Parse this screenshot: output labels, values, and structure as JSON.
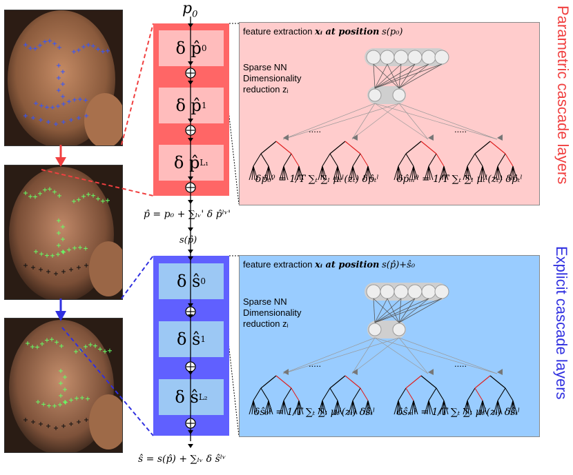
{
  "colors": {
    "parametric_accent": "#f06060",
    "parametric_panel": "#ff6666",
    "parametric_box": "#ffbcbc",
    "parametric_bg": "#ffcccc",
    "explicit_accent": "#3c3cff",
    "explicit_panel": "#6060ff",
    "explicit_box": "#9cc8f4",
    "explicit_bg": "#99ccff"
  },
  "top": {
    "p0_label": "p",
    "p0_sub": "0",
    "stages": [
      {
        "base": "δ p̂",
        "sup": "0"
      },
      {
        "base": "δ p̂",
        "sup": "1"
      },
      {
        "base": "δ p̂",
        "sup": "L₁"
      }
    ],
    "feature_text": "feature extraction",
    "feature_var": "xᵢ at position",
    "feature_pos": "s(p₀)",
    "sparse_nn_line1": "Sparse NN",
    "sparse_nn_line2": "Dimensionality",
    "sparse_nn_line3": "reduction zᵢ",
    "formula_left": "δp̂₀⁰ = 1/T ∑ₜ ∑ₗ μₜˡ(zₜ) δp̂ₜˡ",
    "formula_right": "δp̂ₘ⁰ = 1/T ∑ₜ ∑ₗ μₜˡ(zₜ) δp̂ₜˡ",
    "result_formula": "p̂ = p₀ + ∑ₗᵥ' δ p̂ˡᵛ'",
    "s_of_p": "s(p̂)",
    "side_title": "Parametric cascade layers",
    "dots": "....."
  },
  "bottom": {
    "stages": [
      {
        "base": "δ ŝ",
        "sup": "0"
      },
      {
        "base": "δ ŝ",
        "sup": "1"
      },
      {
        "base": "δ ŝ",
        "sup": "L₂"
      }
    ],
    "feature_text": "feature extraction",
    "feature_var": "xᵢ at position",
    "feature_pos": "s(p̂)+ŝ₀",
    "sparse_nn_line1": "Sparse NN",
    "sparse_nn_line2": "Dimensionality",
    "sparse_nn_line3": "reduction zᵢ",
    "formula_left": "δŝ₀¹ = 1/T ∑ₜ ∑ₗ μₜˡ(zₜ) δŝₜˡ",
    "formula_right": "δŝₘ¹ = 1/T ∑ₜ ∑ₗ μₜˡ(zₜ) δŝₜˡ",
    "result_formula": "ŝ = s(p̂) + ∑ₗᵥ δ ŝˡᵛ",
    "side_title": "Explicit cascade layers",
    "dots": "....."
  }
}
